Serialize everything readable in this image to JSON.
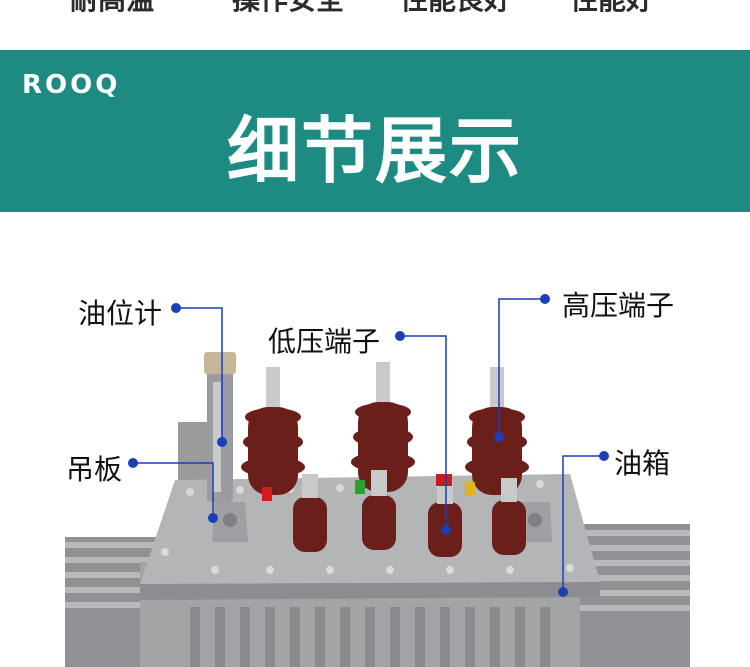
{
  "top_strip": {
    "items": [
      "耐高温",
      "操作安全",
      "性能良好",
      "性能好"
    ]
  },
  "banner": {
    "brand": "ROOQ",
    "title": "细节展示",
    "color": "#1e8b83"
  },
  "callouts": {
    "oil_gauge": "油位计",
    "low_terminal": "低压端子",
    "high_terminal": "高压端子",
    "lifting_plate": "吊板",
    "oil_tank": "油箱"
  },
  "colors": {
    "leader": "#1c3fb5",
    "porcelain": "#6b1f1b",
    "metal": "#a9aaac"
  }
}
